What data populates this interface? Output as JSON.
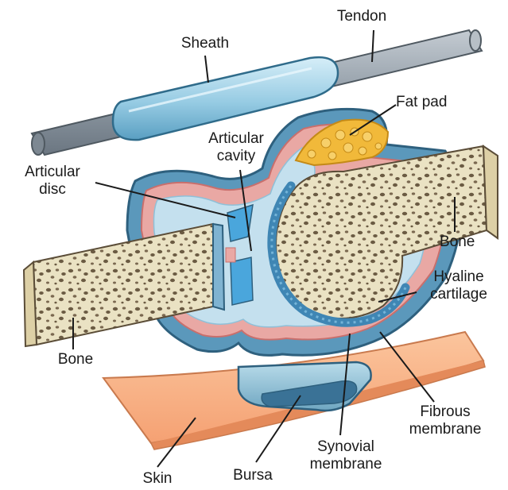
{
  "labels": {
    "tendon": "Tendon",
    "sheath": "Sheath",
    "fat_pad": "Fat pad",
    "articular_cavity": [
      "Articular",
      "cavity"
    ],
    "articular_disc": [
      "Articular",
      "disc"
    ],
    "bone_right": "Bone",
    "hyaline_cartilage": [
      "Hyaline",
      "cartilage"
    ],
    "bone_left": "Bone",
    "fibrous_membrane": [
      "Fibrous",
      "membrane"
    ],
    "synovial_membrane": [
      "Synovial",
      "membrane"
    ],
    "skin": "Skin",
    "bursa": "Bursa"
  },
  "colors": {
    "bone_fill": "#eae2c3",
    "bone_pore": "#6b5b43",
    "capsule_blue": "#5b98bb",
    "capsule_dark": "#2e607e",
    "synovial_pink": "#e9a8a4",
    "cavity_light": "#c4e0ee",
    "cartilage_blue": "#3f86b4",
    "disc_blue": "#4aa6dc",
    "fat_yellow": "#f1b93a",
    "skin_peach": "#f9b58a",
    "tendon_gray": "#8e99a3",
    "sheath_blue": "#9fcfe6"
  }
}
